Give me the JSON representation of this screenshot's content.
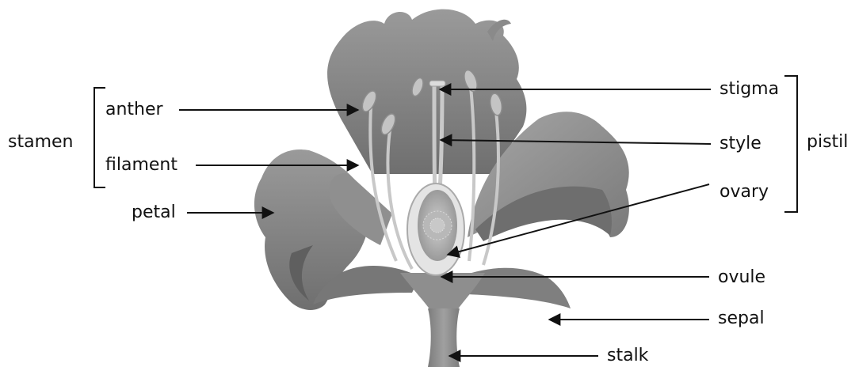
{
  "diagram": {
    "labels": {
      "anther": "anther",
      "filament": "filament",
      "stamen": "stamen",
      "petal": "petal",
      "stigma": "stigma",
      "style": "style",
      "ovary": "ovary",
      "pistil": "pistil",
      "ovule": "ovule",
      "sepal": "sepal",
      "stalk": "stalk"
    }
  },
  "colors": {
    "ink": "#111111",
    "petal_dark": "#7d7d7d",
    "petal_mid": "#9a9a9a",
    "petal_light": "#b4b4b4",
    "stalk": "#8c8c8c",
    "ovary_fill": "#e6e6e6"
  }
}
